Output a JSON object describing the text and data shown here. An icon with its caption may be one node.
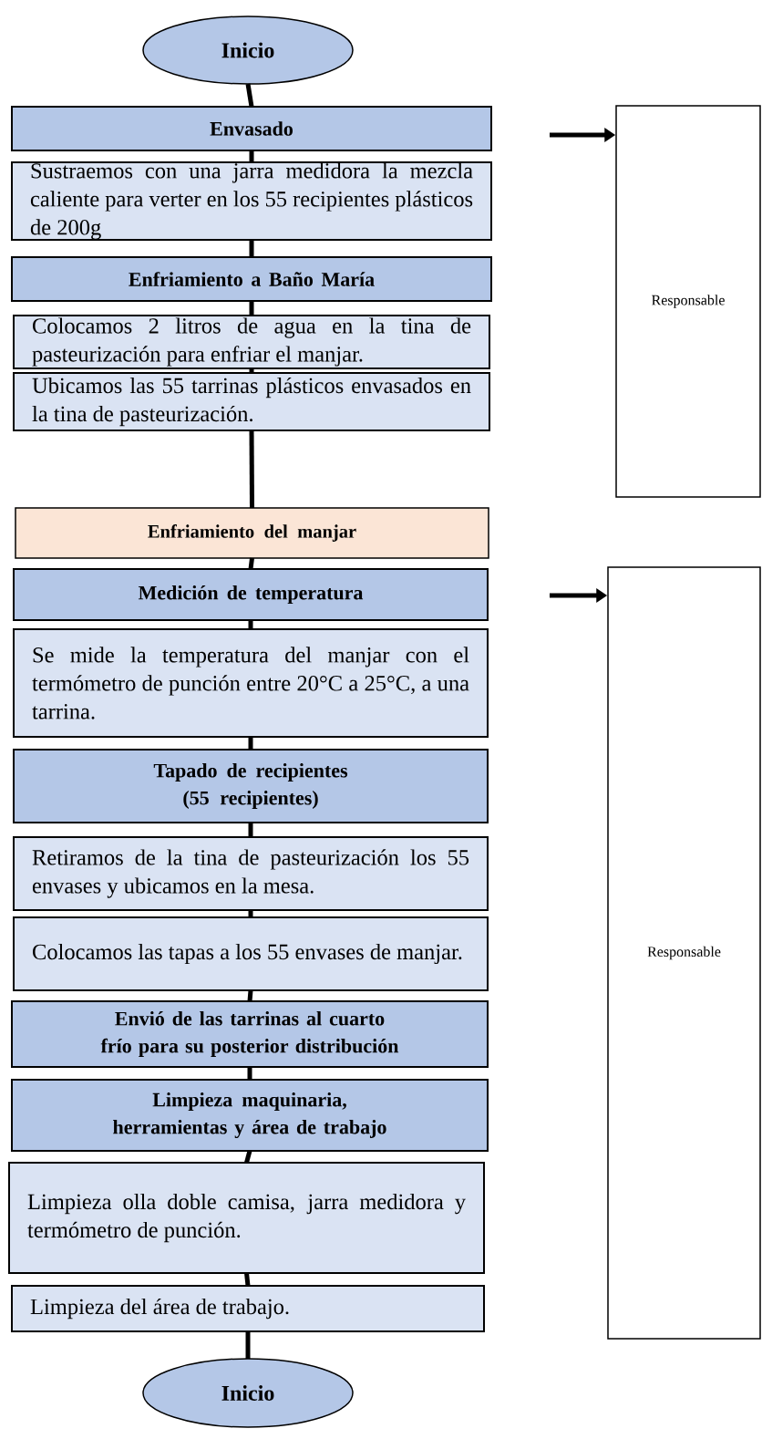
{
  "diagram": {
    "nodes": [
      {
        "text": [
          "Inicio"
        ]
      },
      {
        "text": [
          "Envasado"
        ]
      },
      {
        "text": [
          "Sustraemos con una jarra medidora la mezcla caliente para verter en los 55 recipientes plásticos de 200g"
        ]
      },
      {
        "text": [
          "Enfriamiento a Baño María"
        ]
      },
      {
        "text": [
          "Colocamos 2 litros de agua en la tina de pasteurización para enfriar el manjar."
        ]
      },
      {
        "text": [
          "Ubicamos las 55 tarrinas plásticos envasados en la tina de pasteurización."
        ]
      },
      {
        "text": [
          "Enfriamiento del manjar"
        ]
      },
      {
        "text": [
          "Medición de temperatura"
        ]
      },
      {
        "text": [
          "Se mide la temperatura del manjar con el termómetro de punción entre 20°C a 25°C, a una tarrina."
        ]
      },
      {
        "text": [
          "Tapado de recipientes (55 recipientes)"
        ]
      },
      {
        "text": [
          "Retiramos de la tina de pasteurización los 55 envases y ubicamos en la mesa."
        ]
      },
      {
        "text": [
          "Colocamos las tapas a los 55 envases de manjar."
        ]
      },
      {
        "text": [
          "Envió de las tarrinas al cuarto frío para su posterior distribución"
        ]
      },
      {
        "text": [
          "Limpieza maquinaria, herramientas y área de trabajo"
        ]
      },
      {
        "text": [
          "Limpieza olla doble camisa, jarra medidora y termómetro de punción."
        ]
      },
      {
        "text": [
          "Limpieza del área de trabajo."
        ]
      },
      {
        "text": [
          "Inicio"
        ]
      },
      {
        "text": [
          "Responsable"
        ]
      },
      {
        "text": [
          "Responsable"
        ]
      }
    ],
    "edges": [
      {
        "from": 0,
        "to": 1,
        "arrow": "none"
      },
      {
        "from": 1,
        "to": 2,
        "arrow": "none"
      },
      {
        "from": 2,
        "to": 3,
        "arrow": "none"
      },
      {
        "from": 3,
        "to": 4,
        "arrow": "none"
      },
      {
        "from": 4,
        "to": 5,
        "arrow": "none"
      },
      {
        "from": 5,
        "to": 6,
        "arrow": "none"
      },
      {
        "from": 6,
        "to": 7,
        "arrow": "none"
      },
      {
        "from": 7,
        "to": 8,
        "arrow": "none"
      },
      {
        "from": 8,
        "to": 9,
        "arrow": "none"
      },
      {
        "from": 9,
        "to": 10,
        "arrow": "none"
      },
      {
        "from": 10,
        "to": 11,
        "arrow": "none"
      },
      {
        "from": 11,
        "to": 12,
        "arrow": "none"
      },
      {
        "from": 12,
        "to": 13,
        "arrow": "none"
      },
      {
        "from": 13,
        "to": 14,
        "arrow": "none"
      },
      {
        "from": 14,
        "to": 15,
        "arrow": "none"
      },
      {
        "from": 15,
        "to": 16,
        "arrow": "none"
      },
      {
        "from": null,
        "to": 17,
        "arrow": "to"
      },
      {
        "from": null,
        "to": 18,
        "arrow": "to"
      }
    ]
  }
}
